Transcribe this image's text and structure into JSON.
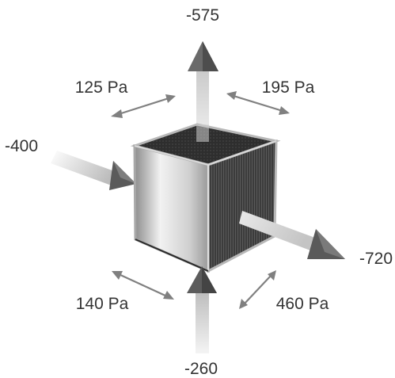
{
  "flows": {
    "top": "-575",
    "left": "-400",
    "right": "-720",
    "bottom": "-260"
  },
  "pressures": {
    "top_left": "125 Pa",
    "top_right": "195 Pa",
    "bottom_left": "140 Pa",
    "bottom_right": "460 Pa"
  },
  "colors": {
    "text": "#333333",
    "arrow_dark": "#555555",
    "arrow_light": "#e6e6e6",
    "double_arrow": "#808080",
    "cube_frame": "#b8b8b8",
    "cube_core": "#3a3a3a"
  }
}
